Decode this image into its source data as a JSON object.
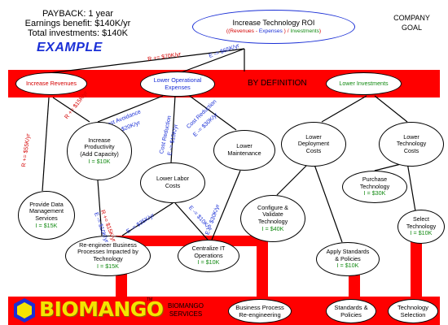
{
  "summary": {
    "payback": "PAYBACK: 1 year",
    "earnings": "Earnings benefit: $140K/yr",
    "investments": "Total investments: $140K",
    "example": "EXAMPLE"
  },
  "goal": {
    "title": "Increase Technology ROI",
    "formula_open": "((",
    "formula_revenues": "Revenues",
    "formula_minus": " - ",
    "formula_expenses": "Expenses",
    "formula_close": " ) / ",
    "formula_investments": "Investments",
    "formula_end": ")",
    "company_goal": "COMPANY\nGOAL"
  },
  "band": {
    "by_definition": "BY DEFINITION",
    "increase_revenues": "Increase Revenues",
    "lower_operational_expenses": "Lower Operational\nExpenses",
    "lower_investments": "Lower Investments"
  },
  "nodes": {
    "increase_productivity": {
      "text": "Increase\nProductivity\n(Add Capacity)",
      "value": "I = $10K"
    },
    "lower_labor_costs": {
      "text": "Lower Labor\nCosts"
    },
    "lower_maintenance": {
      "text": "Lower\nMaintenance"
    },
    "lower_deployment_costs": {
      "text": "Lower\nDeployment\nCosts"
    },
    "lower_technology_costs": {
      "text": "Lower\nTechnology\nCosts"
    },
    "provide_data_management": {
      "text": "Provide Data\nManagement\nServices",
      "value": "I = $15K"
    },
    "configure_validate": {
      "text": "Configure &\nValidate\nTechnology",
      "value": "I = $40K"
    },
    "purchase_technology": {
      "text": "Purchase\nTechnology",
      "value": "I = $30K"
    },
    "select_technology": {
      "text": "Select\nTechnology",
      "value": "I = $10K"
    },
    "apply_standards": {
      "text": "Apply Standards\n& Policies",
      "value": "I = $10K"
    },
    "reengineer": {
      "text": "Re-engineer Business\nProcesses Impacted by\nTechnology",
      "value": "I = $15K"
    },
    "centralize_it": {
      "text": "Centralize IT\nOperations",
      "value": "I = $10K"
    }
  },
  "edge_labels": {
    "roi_revenues": "R += $70K/yr",
    "roi_expenses": "E -= $65K/yr",
    "cost_avoidance": "Cost Avoidance",
    "cost_avoidance_value": "E -= $20K/yr",
    "cost_reduction_1": "Cost Reduction",
    "cost_reduction_1_value": "E -= $15K/yr",
    "cost_reduction_2": "Cost Reduction",
    "cost_reduction_2_value": "E -= $30K/yr",
    "rev_productivity": "R += $15K/yr",
    "rev_data": "R += $55K/yr",
    "prod_reengineer": "R += $15K/yr",
    "prod_reengineer_e": "E -= $10K/yr",
    "labor_reengineer": "E -= $35K/yr",
    "labor_centralize": "E -= $10K/yr",
    "maint_centralize": "E -= $30K/yr"
  },
  "footer": {
    "brand": "BIOMANGO",
    "tm": "TM",
    "services_line1": "BIOMANGO",
    "services_line2": "SERVICES",
    "svc_bpr": "Business Process\nRe-engineering",
    "svc_standards": "Standards &\nPolicies",
    "svc_selection": "Technology\nSelection"
  },
  "colors": {
    "red": "#ff0000",
    "blue": "#1a2fd6",
    "green": "#128a12",
    "text_red": "#d40000",
    "logo_yellow": "#f5e400"
  }
}
